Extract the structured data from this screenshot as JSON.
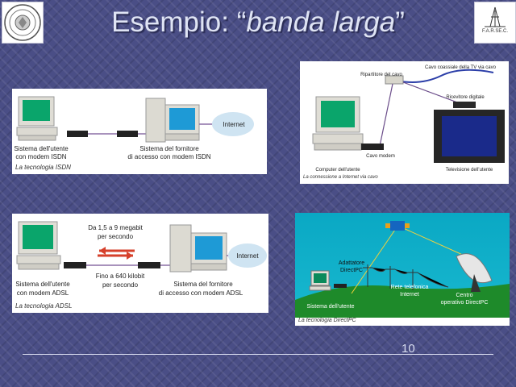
{
  "title": {
    "prefix": "Esempio: “",
    "emph": "banda larga",
    "suffix": "”"
  },
  "logo_right": {
    "text1": "F.A.R.SE.C."
  },
  "slide_number": "10",
  "isdn": {
    "user": [
      "Sistema dell'utente",
      "con modem ISDN"
    ],
    "provider": [
      "Sistema del fornitore",
      "di accesso con modem ISDN"
    ],
    "internet": "Internet",
    "caption": "La tecnologia ISDN"
  },
  "cable": {
    "cable_label": "Cavo coassiale della TV via cavo",
    "splitter": "Ripartitore del cavo",
    "receiver": "Ricevitore digitale",
    "modem": "Cavo modem",
    "computer": "Computer dell'utente",
    "tv": "Televisione dell'utente",
    "caption": "La connessione a Internet via cavo"
  },
  "adsl": {
    "down": [
      "Da 1,5 a 9 megabit",
      "per secondo"
    ],
    "up": [
      "Fino a 640 kilobit",
      "per secondo"
    ],
    "user": [
      "Sistema dell'utente",
      "con modem ADSL"
    ],
    "provider": [
      "Sistema del fornitore",
      "di accesso con modem ADSL"
    ],
    "internet": "Internet",
    "caption": "La tecnologia ADSL"
  },
  "directpc": {
    "adapter": [
      "Adattatore",
      "DirectPC"
    ],
    "network": [
      "Rete telefonica",
      "Internet"
    ],
    "center": [
      "Centro",
      "operativo DirectPC"
    ],
    "user": "Sistema dell'utente",
    "caption": "La tecnologia DirectPC"
  }
}
